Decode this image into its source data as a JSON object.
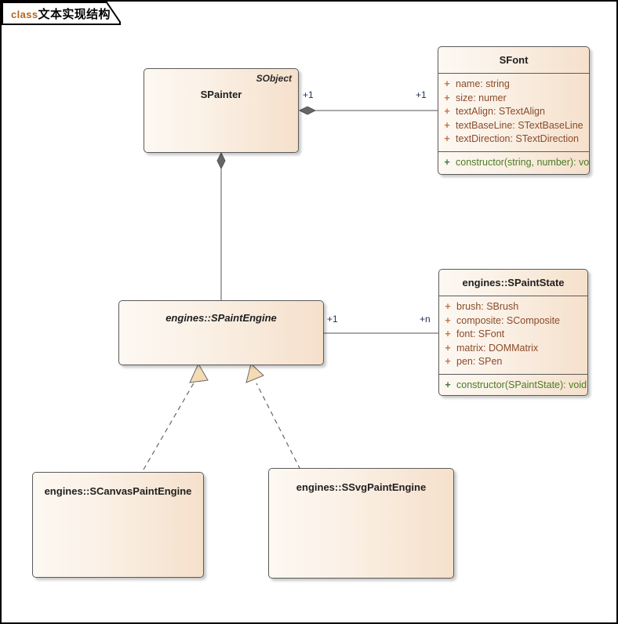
{
  "frame": {
    "keyword": "class",
    "title": "文本实现结构"
  },
  "colors": {
    "box_border": "#5b5b5b",
    "box_fill_light": "#fdf8f2",
    "box_fill_dark": "#f5e0cb",
    "attribute_text": "#8a4b2a",
    "operation_text": "#4c7a25",
    "keyword_text": "#b5651d",
    "connector": "#555555",
    "diamond_fill": "#666666",
    "realization_arrow_fill": "#f5dbb4"
  },
  "classes": {
    "spainter": {
      "name": "SPainter",
      "stereotype": "SObject",
      "abstract": false
    },
    "sfont": {
      "name": "SFont",
      "abstract": false,
      "attributes": [
        {
          "visibility": "+",
          "text": "name: string"
        },
        {
          "visibility": "+",
          "text": "size: numer"
        },
        {
          "visibility": "+",
          "text": "textAlign: STextAlign"
        },
        {
          "visibility": "+",
          "text": "textBaseLine: STextBaseLine"
        },
        {
          "visibility": "+",
          "text": "textDirection: STextDirection"
        }
      ],
      "operations": [
        {
          "visibility": "+",
          "text": "constructor(string, number): void"
        }
      ]
    },
    "spaintengine": {
      "name": "engines::SPaintEngine",
      "abstract": true
    },
    "spaintstate": {
      "name": "engines::SPaintState",
      "abstract": false,
      "attributes": [
        {
          "visibility": "+",
          "text": "brush: SBrush"
        },
        {
          "visibility": "+",
          "text": "composite: SComposite"
        },
        {
          "visibility": "+",
          "text": "font: SFont"
        },
        {
          "visibility": "+",
          "text": "matrix: DOMMatrix"
        },
        {
          "visibility": "+",
          "text": "pen: SPen"
        }
      ],
      "operations": [
        {
          "visibility": "+",
          "text": "constructor(SPaintState): void"
        }
      ]
    },
    "scanvaspaintengine": {
      "name": "engines::SCanvasPaintEngine",
      "abstract": false
    },
    "ssvgpaintengine": {
      "name": "engines::SSvgPaintEngine",
      "abstract": false
    }
  },
  "relations": {
    "painter_font": {
      "type": "composition",
      "source_mult": "+1",
      "target_mult": "+1"
    },
    "painter_engine": {
      "type": "composition",
      "source_mult": "",
      "target_mult": ""
    },
    "engine_state": {
      "type": "association",
      "source_mult": "+1",
      "target_mult": "+n"
    },
    "canvas_realization": {
      "type": "realization"
    },
    "svg_realization": {
      "type": "realization"
    }
  }
}
